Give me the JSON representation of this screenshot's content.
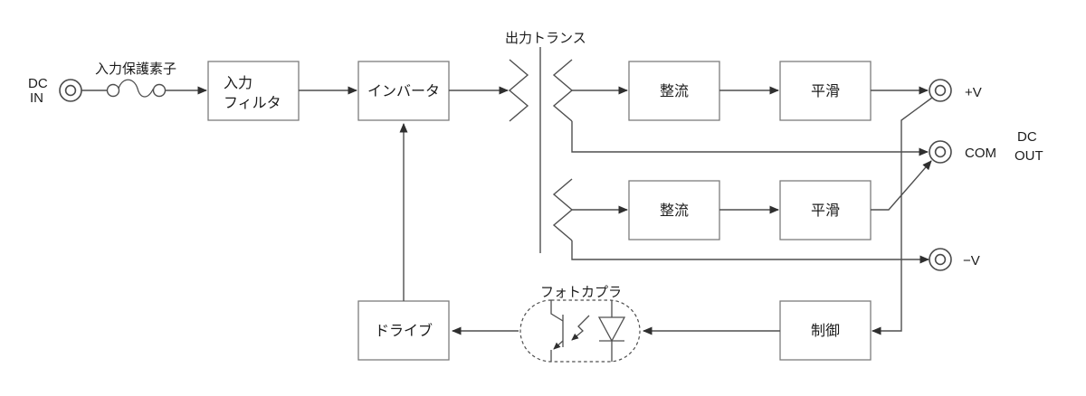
{
  "labels": {
    "dc_in": {
      "line1": "DC",
      "line2": "IN"
    },
    "input_protection": "入力保護素子",
    "output_transformer": "出力トランス",
    "photocoupler": "フォトカプラ",
    "dc_out": {
      "line1": "DC",
      "line2": "OUT"
    }
  },
  "blocks": {
    "input_filter": {
      "line1": "入力",
      "line2": "フィルタ"
    },
    "inverter": "インバータ",
    "rectifier_top": "整流",
    "smoothing_top": "平滑",
    "rectifier_bottom": "整流",
    "smoothing_bottom": "平滑",
    "control": "制御",
    "drive": "ドライブ"
  },
  "terminals": {
    "plus_v": "+V",
    "com": "COM",
    "minus_v": "−V"
  },
  "colors": {
    "line": "#4f4f4f",
    "box_border": "#7d7d7d",
    "text": "#1c1c1c",
    "background": "#ffffff"
  }
}
